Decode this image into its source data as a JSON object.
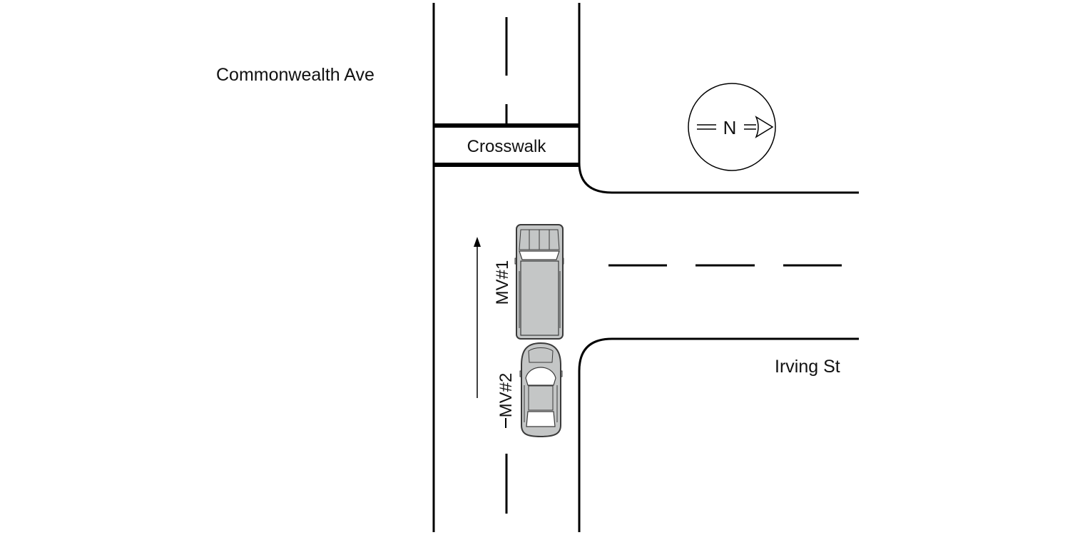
{
  "labels": {
    "main_street": "Commonwealth Ave",
    "side_street": "Irving St",
    "crosswalk": "Crosswalk",
    "north": "N",
    "vehicle1": "MV#1",
    "vehicle2": "MV#2"
  },
  "colors": {
    "line": "#000000",
    "vehicle_body": "#c4c6c6",
    "vehicle_glass": "#ffffff",
    "vehicle_outline": "#3a3a3a"
  },
  "icons": {
    "north_arrow": "north-arrow-icon",
    "direction_arrow": "up-arrow-icon"
  }
}
